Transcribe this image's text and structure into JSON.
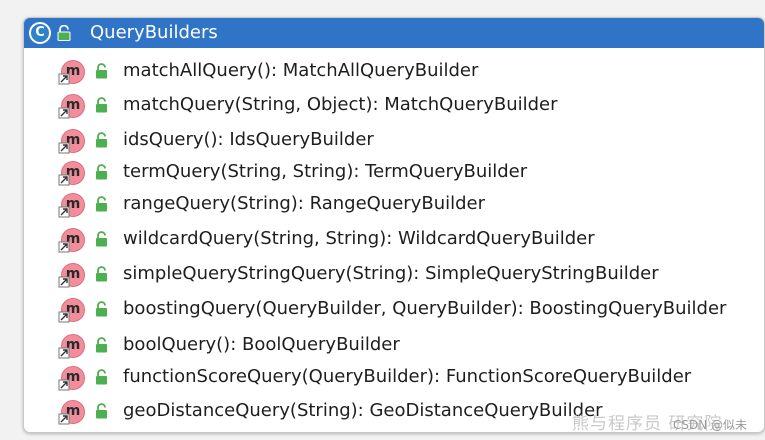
{
  "header": {
    "class_icon": "C",
    "title": "QueryBuilders"
  },
  "methods": [
    {
      "label": "matchAllQuery(): MatchAllQueryBuilder"
    },
    {
      "label": "matchQuery(String, Object): MatchQueryBuilder"
    },
    {
      "label": "idsQuery(): IdsQueryBuilder"
    },
    {
      "label": "termQuery(String, String): TermQueryBuilder"
    },
    {
      "label": "rangeQuery(String): RangeQueryBuilder"
    },
    {
      "label": "wildcardQuery(String, String): WildcardQueryBuilder"
    },
    {
      "label": "simpleQueryStringQuery(String): SimpleQueryStringBuilder"
    },
    {
      "label": "boostingQuery(QueryBuilder, QueryBuilder): BoostingQueryBuilder"
    },
    {
      "label": "boolQuery(): BoolQueryBuilder"
    },
    {
      "label": "functionScoreQuery(QueryBuilder): FunctionScoreQueryBuilder"
    },
    {
      "label": "geoDistanceQuery(String): GeoDistanceQueryBuilder"
    }
  ],
  "method_icon": "m",
  "icons": {
    "class": "class-icon",
    "method": "method-icon",
    "visibility": "public-lock-icon"
  },
  "colors": {
    "header_bg": "#2f74c6",
    "method_icon": "#f28e9c",
    "lock_green": "#4caf50"
  },
  "watermark": "熊与程序员 研究院",
  "credit": "CSDN @似未"
}
